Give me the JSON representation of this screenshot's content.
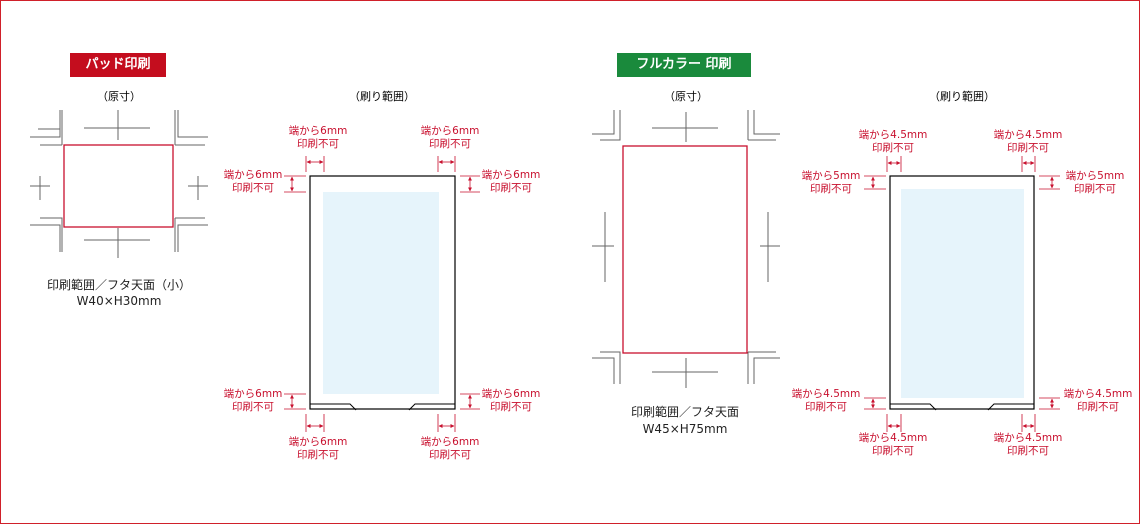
{
  "colors": {
    "border": "#d0202a",
    "pad_badge": "#c40d1e",
    "full_badge": "#1a8a3c",
    "dim": "#c8102e",
    "print_area": "#e6f4fb"
  },
  "left": {
    "badge": "パッド印刷",
    "label_original": "（原寸）",
    "label_print": "（刷り範囲）",
    "caption_line1": "印刷範囲／フタ天面（小）",
    "caption_line2": "W40×H30mm",
    "note_top_left": [
      "端から6mm",
      "印刷不可"
    ],
    "note_top_right": [
      "端から6mm",
      "印刷不可"
    ],
    "note_upper_left": [
      "端から6mm",
      "印刷不可"
    ],
    "note_upper_right": [
      "端から6mm",
      "印刷不可"
    ],
    "note_lower_left": [
      "端から6mm",
      "印刷不可"
    ],
    "note_lower_right": [
      "端から6mm",
      "印刷不可"
    ],
    "note_bottom_left": [
      "端から6mm",
      "印刷不可"
    ],
    "note_bottom_right": [
      "端から6mm",
      "印刷不可"
    ]
  },
  "right": {
    "badge": "フルカラー 印刷",
    "label_original": "（原寸）",
    "label_print": "（刷り範囲）",
    "caption_line1": "印刷範囲／フタ天面",
    "caption_line2": "W45×H75mm",
    "note_top_left": [
      "端から4.5mm",
      "印刷不可"
    ],
    "note_top_right": [
      "端から4.5mm",
      "印刷不可"
    ],
    "note_upper_left": [
      "端から5mm",
      "印刷不可"
    ],
    "note_upper_right": [
      "端から5mm",
      "印刷不可"
    ],
    "note_lower_left": [
      "端から4.5mm",
      "印刷不可"
    ],
    "note_lower_right": [
      "端から4.5mm",
      "印刷不可"
    ],
    "note_bottom_left": [
      "端から4.5mm",
      "印刷不可"
    ],
    "note_bottom_right": [
      "端から4.5mm",
      "印刷不可"
    ]
  }
}
